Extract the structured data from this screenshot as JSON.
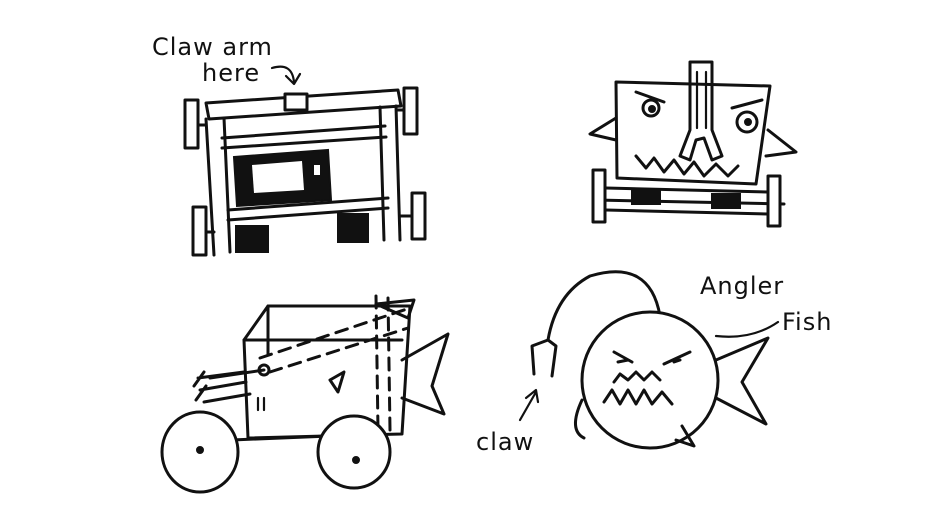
{
  "labels": {
    "claw_arm_line1": "Claw arm",
    "claw_arm_line2": "here",
    "angler": "Angler",
    "fish": "Fish",
    "claw": "claw"
  },
  "colors": {
    "ink": "#111111",
    "paper": "#ffffff"
  }
}
